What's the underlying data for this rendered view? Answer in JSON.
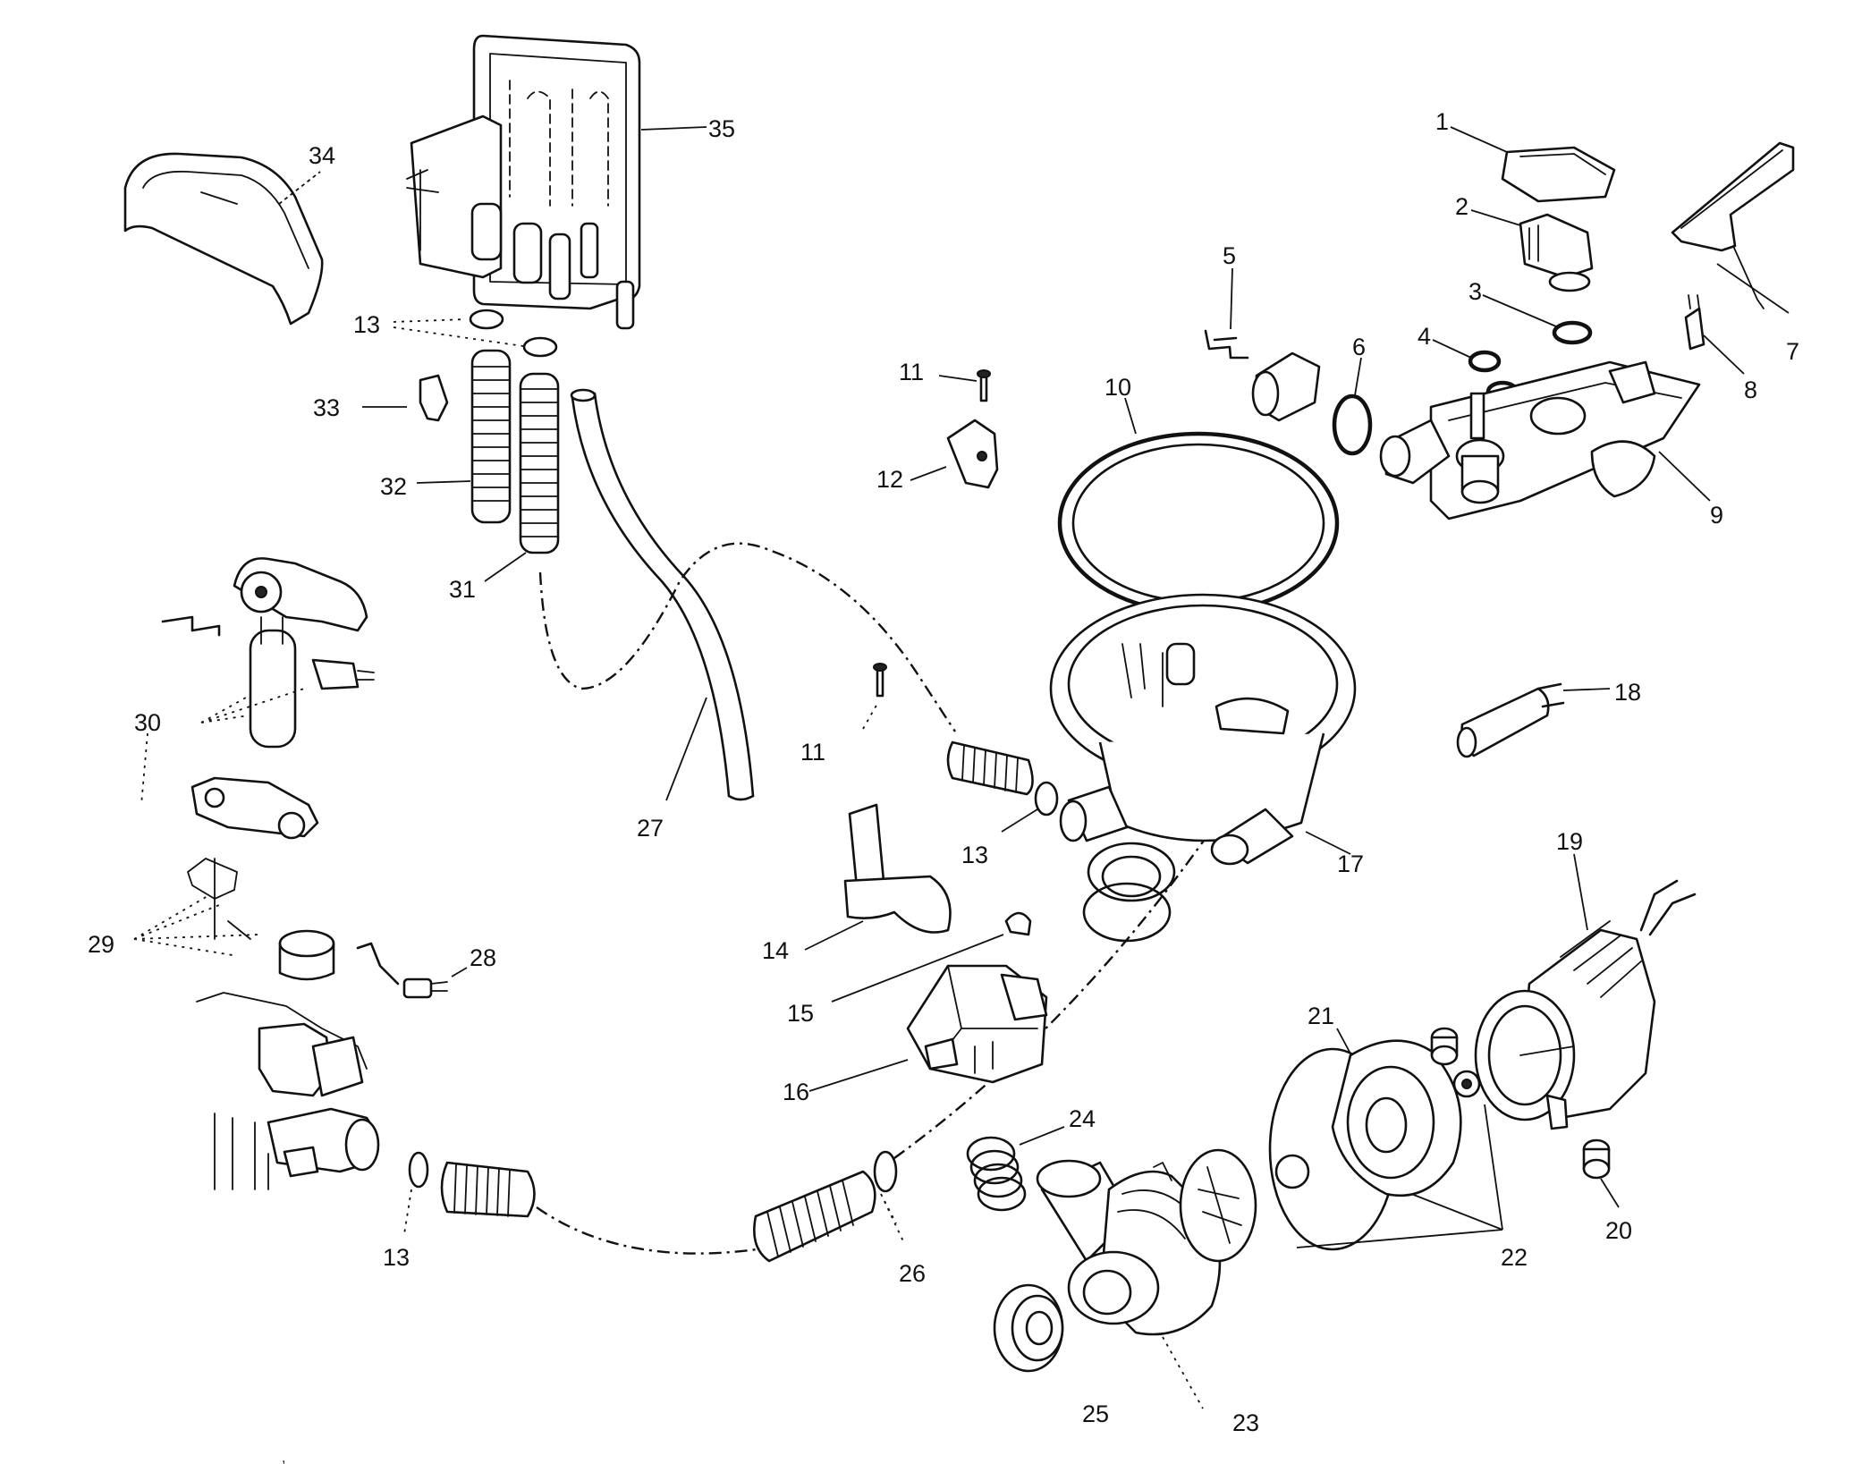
{
  "diagram": {
    "callouts": [
      {
        "id": "1",
        "label": "1"
      },
      {
        "id": "2",
        "label": "2"
      },
      {
        "id": "3",
        "label": "3"
      },
      {
        "id": "4",
        "label": "4"
      },
      {
        "id": "5",
        "label": "5"
      },
      {
        "id": "6",
        "label": "6"
      },
      {
        "id": "7",
        "label": "7"
      },
      {
        "id": "8",
        "label": "8"
      },
      {
        "id": "9",
        "label": "9"
      },
      {
        "id": "10",
        "label": "10"
      },
      {
        "id": "11a",
        "label": "11"
      },
      {
        "id": "11b",
        "label": "11"
      },
      {
        "id": "12",
        "label": "12"
      },
      {
        "id": "13a",
        "label": "13"
      },
      {
        "id": "13b",
        "label": "13"
      },
      {
        "id": "13c",
        "label": "13"
      },
      {
        "id": "14",
        "label": "14"
      },
      {
        "id": "15",
        "label": "15"
      },
      {
        "id": "16",
        "label": "16"
      },
      {
        "id": "17",
        "label": "17"
      },
      {
        "id": "18",
        "label": "18"
      },
      {
        "id": "19",
        "label": "19"
      },
      {
        "id": "20",
        "label": "20"
      },
      {
        "id": "21",
        "label": "21"
      },
      {
        "id": "22",
        "label": "22"
      },
      {
        "id": "23",
        "label": "23"
      },
      {
        "id": "24",
        "label": "24"
      },
      {
        "id": "25",
        "label": "25"
      },
      {
        "id": "26",
        "label": "26"
      },
      {
        "id": "27",
        "label": "27"
      },
      {
        "id": "28",
        "label": "28"
      },
      {
        "id": "29",
        "label": "29"
      },
      {
        "id": "30",
        "label": "30"
      },
      {
        "id": "31",
        "label": "31"
      },
      {
        "id": "32",
        "label": "32"
      },
      {
        "id": "33",
        "label": "33"
      },
      {
        "id": "34",
        "label": "34"
      },
      {
        "id": "35",
        "label": "35"
      }
    ]
  }
}
